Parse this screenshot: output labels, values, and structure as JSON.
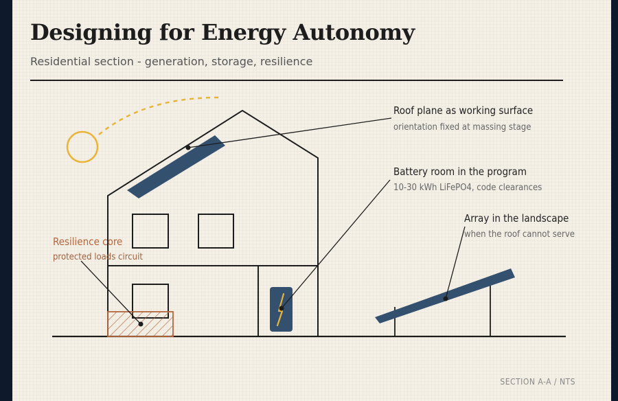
{
  "header": {
    "title": "Designing for Energy Autonomy",
    "subtitle": "Residential section - generation, storage, resilience"
  },
  "callouts": {
    "roof": {
      "title": "Roof plane as working surface",
      "sub": "orientation fixed at massing stage"
    },
    "battery": {
      "title": "Battery room in the program",
      "sub": "10-30 kWh LiFePO4, code clearances"
    },
    "array": {
      "title": "Array in the landscape",
      "sub": "when the roof cannot serve"
    },
    "core": {
      "title": "Resilience core",
      "sub": "protected loads circuit"
    }
  },
  "footer": {
    "section_tag": "SECTION A-A / NTS"
  },
  "colors": {
    "paper": "#f4f0e6",
    "ink": "#1d1d1d",
    "panel": "#34506f",
    "sun": "#e8b43a",
    "core": "#b3683f"
  },
  "icons": {
    "sun": "sun-icon",
    "battery": "lightning-bolt-icon"
  }
}
